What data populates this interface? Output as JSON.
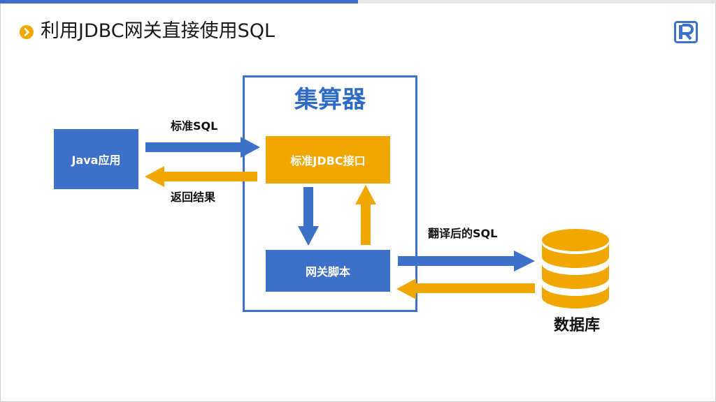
{
  "slide": {
    "title": "利用JDBC网关直接使用SQL",
    "progress": 0.5
  },
  "diagram": {
    "container_title": "集算器",
    "nodes": {
      "java_app": "Java应用",
      "jdbc_interface": "标准JDBC接口",
      "gateway_script": "网关脚本",
      "database": "数据库"
    },
    "edge_labels": {
      "standard_sql": "标准SQL",
      "return_result": "返回结果",
      "translated_sql": "翻译后的SQL"
    }
  },
  "icons": {
    "title_bullet": "chevron-right-icon",
    "logo": "r-logo-icon",
    "database": "database-cylinder-icon"
  },
  "colors": {
    "blue": "#3d70c9",
    "orange": "#f0a800",
    "title_blue": "#2e6bc4",
    "progress_track": "#e6e6e6"
  }
}
